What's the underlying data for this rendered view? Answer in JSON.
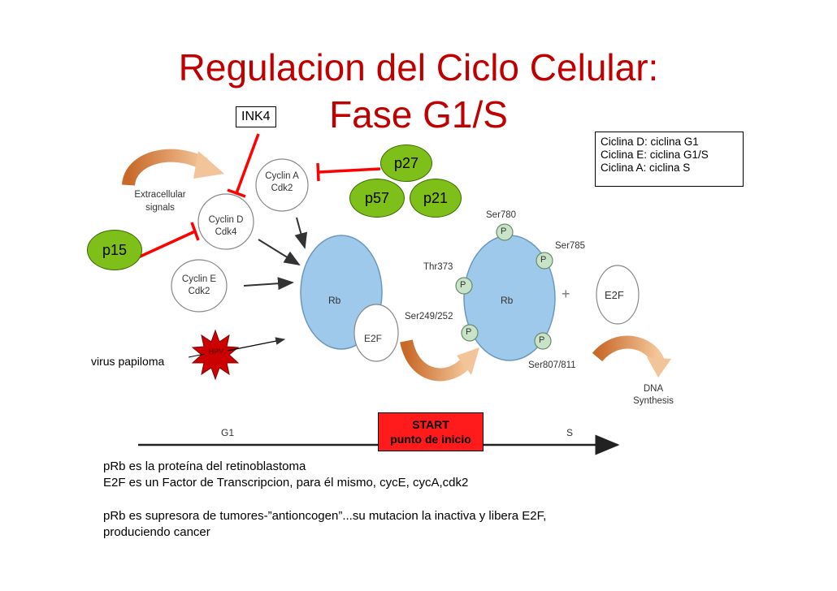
{
  "title": {
    "line1": "Regulacion del Ciclo Celular:",
    "line2": "Fase G1/S"
  },
  "legend": {
    "lines": [
      "Ciclina D: ciclina G1",
      "Ciclina E: ciclina G1/S",
      "Ciclina A: ciclina S"
    ]
  },
  "inhibitors": {
    "ink4": "INK4",
    "p27": "p27",
    "p57": "p57",
    "p21": "p21",
    "p15": "p15"
  },
  "diagram": {
    "extracellular": [
      "Extracellular",
      "signals"
    ],
    "cyclin_a": [
      "Cyclin A",
      "Cdk2"
    ],
    "cyclin_d": [
      "Cyclin D",
      "Cdk4"
    ],
    "cyclin_e": [
      "Cyclin E",
      "Cdk2"
    ],
    "rb": "Rb",
    "e2f": "E2F",
    "phosphate": "P",
    "sites": {
      "ser780": "Ser780",
      "ser785": "Ser785",
      "thr373": "Thr373",
      "ser249": "Ser249/252",
      "ser807": "Ser807/811"
    },
    "plus": "+",
    "dna": [
      "DNA",
      "Synthesis"
    ],
    "g1": "G1",
    "s": "S",
    "hpv": "HPV"
  },
  "virus_label": "virus papiloma",
  "start": {
    "line1": "START",
    "line2": "punto de inicio"
  },
  "notes": [
    "pRb es la proteína del retinoblastoma",
    "E2F es un Factor de Transcripcion, para él mismo, cycE, cycA,cdk2",
    "pRb es supresora de tumores-”antioncogen”...su mutacion la inactiva y libera E2F,",
    "produciendo cancer"
  ],
  "colors": {
    "title": "#c00000",
    "inhibitor_fill": "#7fbf1a",
    "inhibition_line": "#ff0000",
    "rb_fill": "#9ec9ea",
    "arrow_orange": "#e08a3a",
    "start_fill": "#ff1b1b"
  }
}
